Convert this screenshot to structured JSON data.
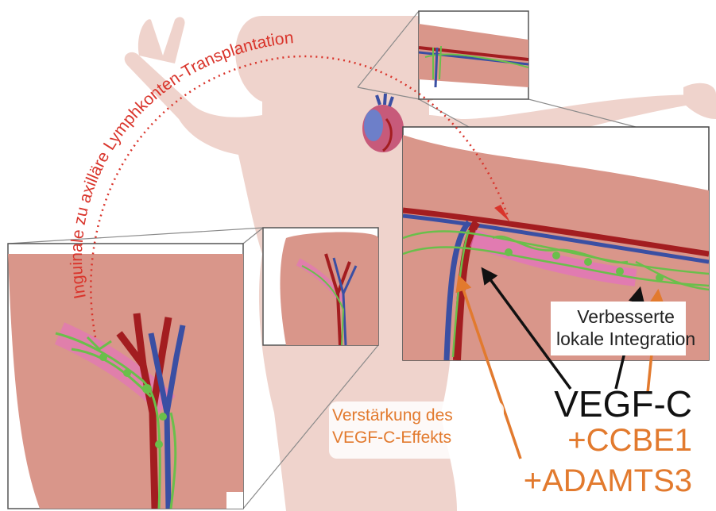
{
  "arc_label": "Inguinale zu axilläre Lymphkonten-Transplantation",
  "integration_label": {
    "line1": "Verbesserte",
    "line2": "lokale Integration"
  },
  "vegfc_label": "VEGF-C",
  "ccbe1_label": "+CCBE1",
  "adamts3_label": "+ADAMTS3",
  "enhancement_label": {
    "line1": "Verstärkung des",
    "line2": "VEGF-C-Effekts"
  },
  "colors": {
    "body_silhouette": "#efd3cc",
    "tissue": "#d9968a",
    "artery": "#a31d20",
    "vein": "#3a4fa3",
    "lymph": "#6abf4b",
    "lymph_highlight": "#e46fc2",
    "accent_orange": "#e27a2e",
    "arc_red": "#d9342b"
  }
}
